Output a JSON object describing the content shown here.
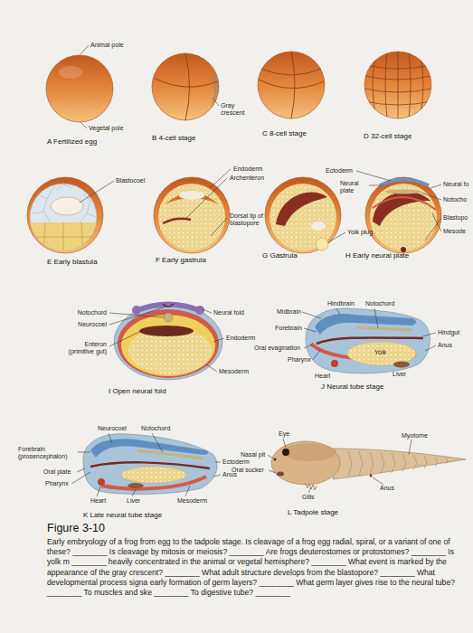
{
  "diagram": {
    "title": "Figure 3-10",
    "caption": "Early embryology of a frog from egg to the tadpole stage. Is cleavage of a frog egg radial, spiral, or a variant of one of these? ________ Is cleavage by mitosis or meiosis? ________ Are frogs deuterostomes or protostomes? ________ Is yolk m ________ heavily concentrated in the animal or vegetal hemisphere? ________ What event is marked by the appearance of the gray crescent? ________ What adult structure develops from the blastopore? ________ What developmental process signa early formation of germ layers? ________ What germ layer gives rise to the neural tube? ________ To muscles and ske ________ To digestive tube? ________",
    "labels": [
      "Animal pole",
      "Vegetal pole",
      "A Fertilized egg",
      "B 4-cell stage",
      "Gray crescent",
      "C 8-cell stage",
      "D 32-cell stage",
      "Blastocoel",
      "Endoderm",
      "Archenteron",
      "Dorsal lip of blastopore",
      "Ectoderm",
      "Neural plate",
      "Yolk plug",
      "Neural fo",
      "Notocho",
      "Blastopo",
      "Mesode",
      "E Early blastula",
      "F Early gastrula",
      "G Gastrula",
      "H Early neural plate",
      "Notochord",
      "Neurocoel",
      "Enteron (primitive gut)",
      "Neural fold",
      "Endoderm",
      "Mesoderm",
      "I Open neural fold",
      "Midbrain",
      "Hindbrain",
      "Notochord",
      "Forebrain",
      "Hindgut",
      "Oral evagination",
      "Yolk",
      "Anus",
      "Pharynx",
      "Heart",
      "Liver",
      "J Neural tube stage",
      "Neurocoel",
      "Notochord",
      "Eye",
      "Myotome",
      "Forebrain (prosencephalon)",
      "Nasal pit",
      "Ectoderm",
      "Oral sucker",
      "Oral plate",
      "Anus",
      "Pharynx",
      "Gills",
      "Anus",
      "Heart",
      "Liver",
      "Mesoderm",
      "K Late neural tube stage",
      "L Tadpole stage"
    ]
  }
}
